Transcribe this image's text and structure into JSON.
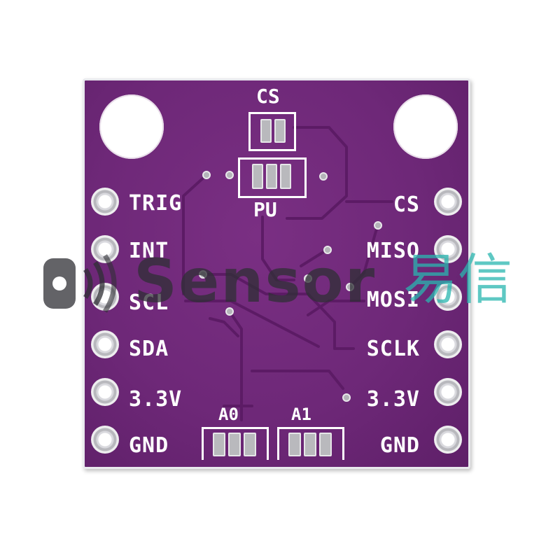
{
  "image": {
    "subject": "purple sensor breakout PCB",
    "colors": {
      "board": "#6e2878",
      "silkscreen": "#ffffff",
      "pad": "#c8c8cc",
      "watermark_dark": "#2f2f35",
      "watermark_teal": "#29b6b0"
    }
  },
  "left_pins": [
    "TRIG",
    "INT",
    "SCL",
    "SDA",
    "3.3V",
    "GND"
  ],
  "right_pins": [
    "CS",
    "MISO",
    "MOSI",
    "SCLK",
    "3.3V",
    "GND"
  ],
  "jumpers": {
    "top": "CS",
    "pullup": "PU",
    "addr0": "A0",
    "addr1": "A1"
  },
  "watermark": {
    "text": "Sensor",
    "suffix": "易信"
  }
}
